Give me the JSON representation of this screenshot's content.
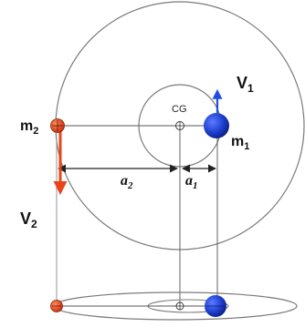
{
  "labels": {
    "v1": "V",
    "v1_sub": "1",
    "v2": "V",
    "v2_sub": "2",
    "m1": "m",
    "m1_sub": "1",
    "m2": "m",
    "m2_sub": "2",
    "cg": "CG",
    "a1": "a",
    "a1_sub": "1",
    "a2": "a",
    "a2_sub": "2"
  },
  "colors": {
    "m1_body": "#1f3fd0",
    "m2_body": "#e0401a",
    "v1_arrow": "#1f4fe0",
    "v2_arrow": "#e8441a",
    "orbit_line": "#7a7a7a",
    "guide_line": "#444444"
  }
}
